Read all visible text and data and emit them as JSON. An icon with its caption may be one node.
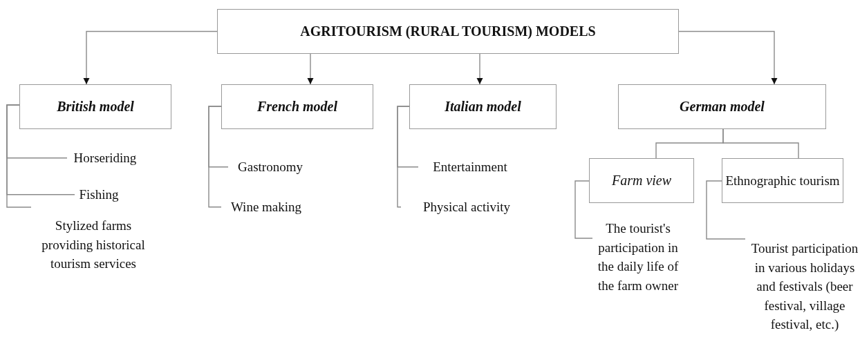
{
  "diagram": {
    "nodes": [
      {
        "text": [
          "AGRITOURISM (RURAL TOURISM) MODELS"
        ]
      },
      {
        "text": [
          "British model"
        ]
      },
      {
        "text": [
          "French model"
        ]
      },
      {
        "text": [
          "Italian model"
        ]
      },
      {
        "text": [
          "German model"
        ]
      },
      {
        "text": [
          "Horseriding"
        ]
      },
      {
        "text": [
          "Fishing"
        ]
      },
      {
        "text": [
          "Stylized farms providing historical tourism services"
        ]
      },
      {
        "text": [
          "Gastronomy"
        ]
      },
      {
        "text": [
          "Wine making"
        ]
      },
      {
        "text": [
          "Entertainment"
        ]
      },
      {
        "text": [
          "Physical activity"
        ]
      },
      {
        "text": [
          "Farm view"
        ]
      },
      {
        "text": [
          "Ethnographic tourism"
        ]
      },
      {
        "text": [
          "The tourist's participation in the daily life of the farm owner"
        ]
      },
      {
        "text": [
          "Tourist participation in various holidays and festivals (beer festival, village festival, etc.)"
        ]
      }
    ],
    "edges": [
      {
        "from": 0,
        "to": 1,
        "arrow": "to"
      },
      {
        "from": 0,
        "to": 2,
        "arrow": "to"
      },
      {
        "from": 0,
        "to": 3,
        "arrow": "to"
      },
      {
        "from": 0,
        "to": 4,
        "arrow": "to"
      },
      {
        "from": 1,
        "to": 5,
        "arrow": "none"
      },
      {
        "from": 1,
        "to": 6,
        "arrow": "none"
      },
      {
        "from": 1,
        "to": 7,
        "arrow": "none"
      },
      {
        "from": 2,
        "to": 8,
        "arrow": "none"
      },
      {
        "from": 2,
        "to": 9,
        "arrow": "none"
      },
      {
        "from": 3,
        "to": 10,
        "arrow": "none"
      },
      {
        "from": 3,
        "to": 11,
        "arrow": "none"
      },
      {
        "from": 4,
        "to": 12,
        "arrow": "none"
      },
      {
        "from": 4,
        "to": 13,
        "arrow": "none"
      },
      {
        "from": 12,
        "to": 14,
        "arrow": "none"
      },
      {
        "from": 13,
        "to": 15,
        "arrow": "none"
      }
    ]
  }
}
